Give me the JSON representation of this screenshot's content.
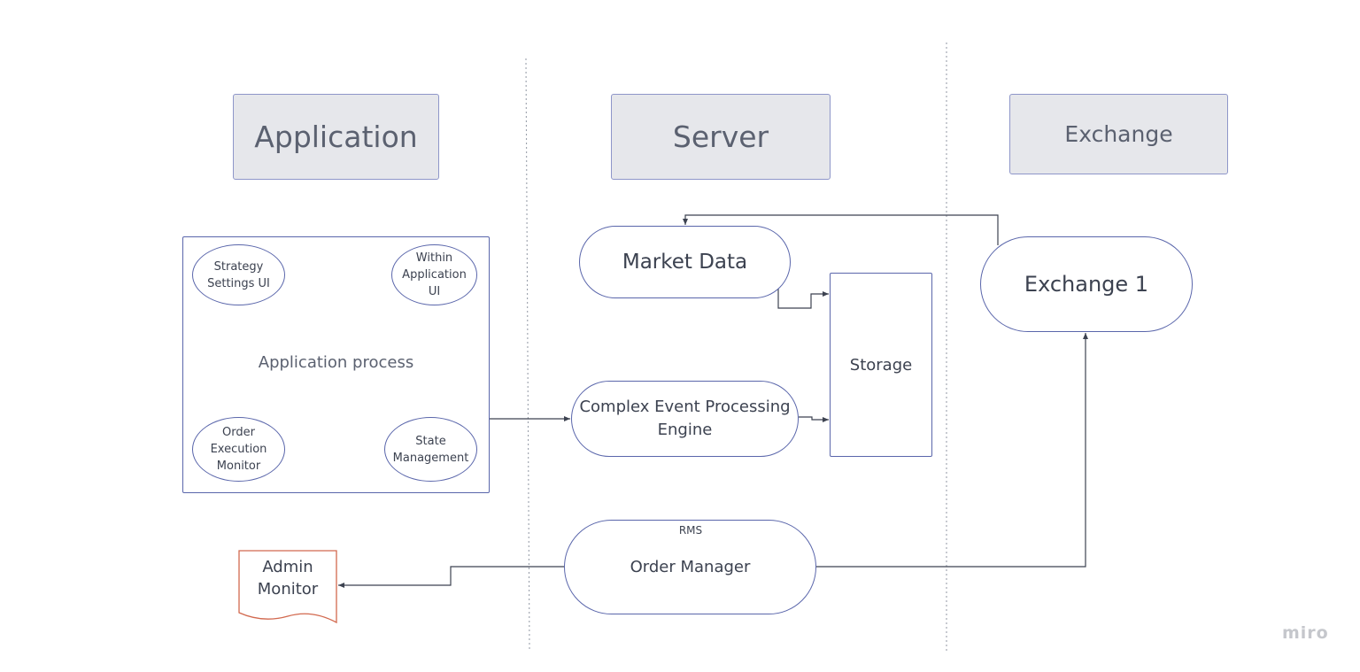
{
  "lanes": {
    "application": "Application",
    "server": "Server",
    "exchange": "Exchange"
  },
  "nodes": {
    "strategy_settings_ui": "Strategy\nSettings UI",
    "within_application_ui": "Within\nApplication\nUI",
    "application_process": "Application process",
    "order_execution_monitor": "Order\nExecution\nMonitor",
    "state_management": "State\nManagement",
    "market_data": "Market Data",
    "storage": "Storage",
    "cep_engine": "Complex Event Processing\nEngine",
    "order_manager": "Order Manager",
    "rms": "RMS",
    "exchange_1": "Exchange 1",
    "admin_monitor": "Admin\nMonitor"
  },
  "watermark": "miro",
  "colors": {
    "header_fill": "#e6e7eb",
    "node_border": "#5a66ab",
    "admin_monitor_border": "#d2694f",
    "divider": "#9aa0ab",
    "connector": "#3c4250"
  }
}
